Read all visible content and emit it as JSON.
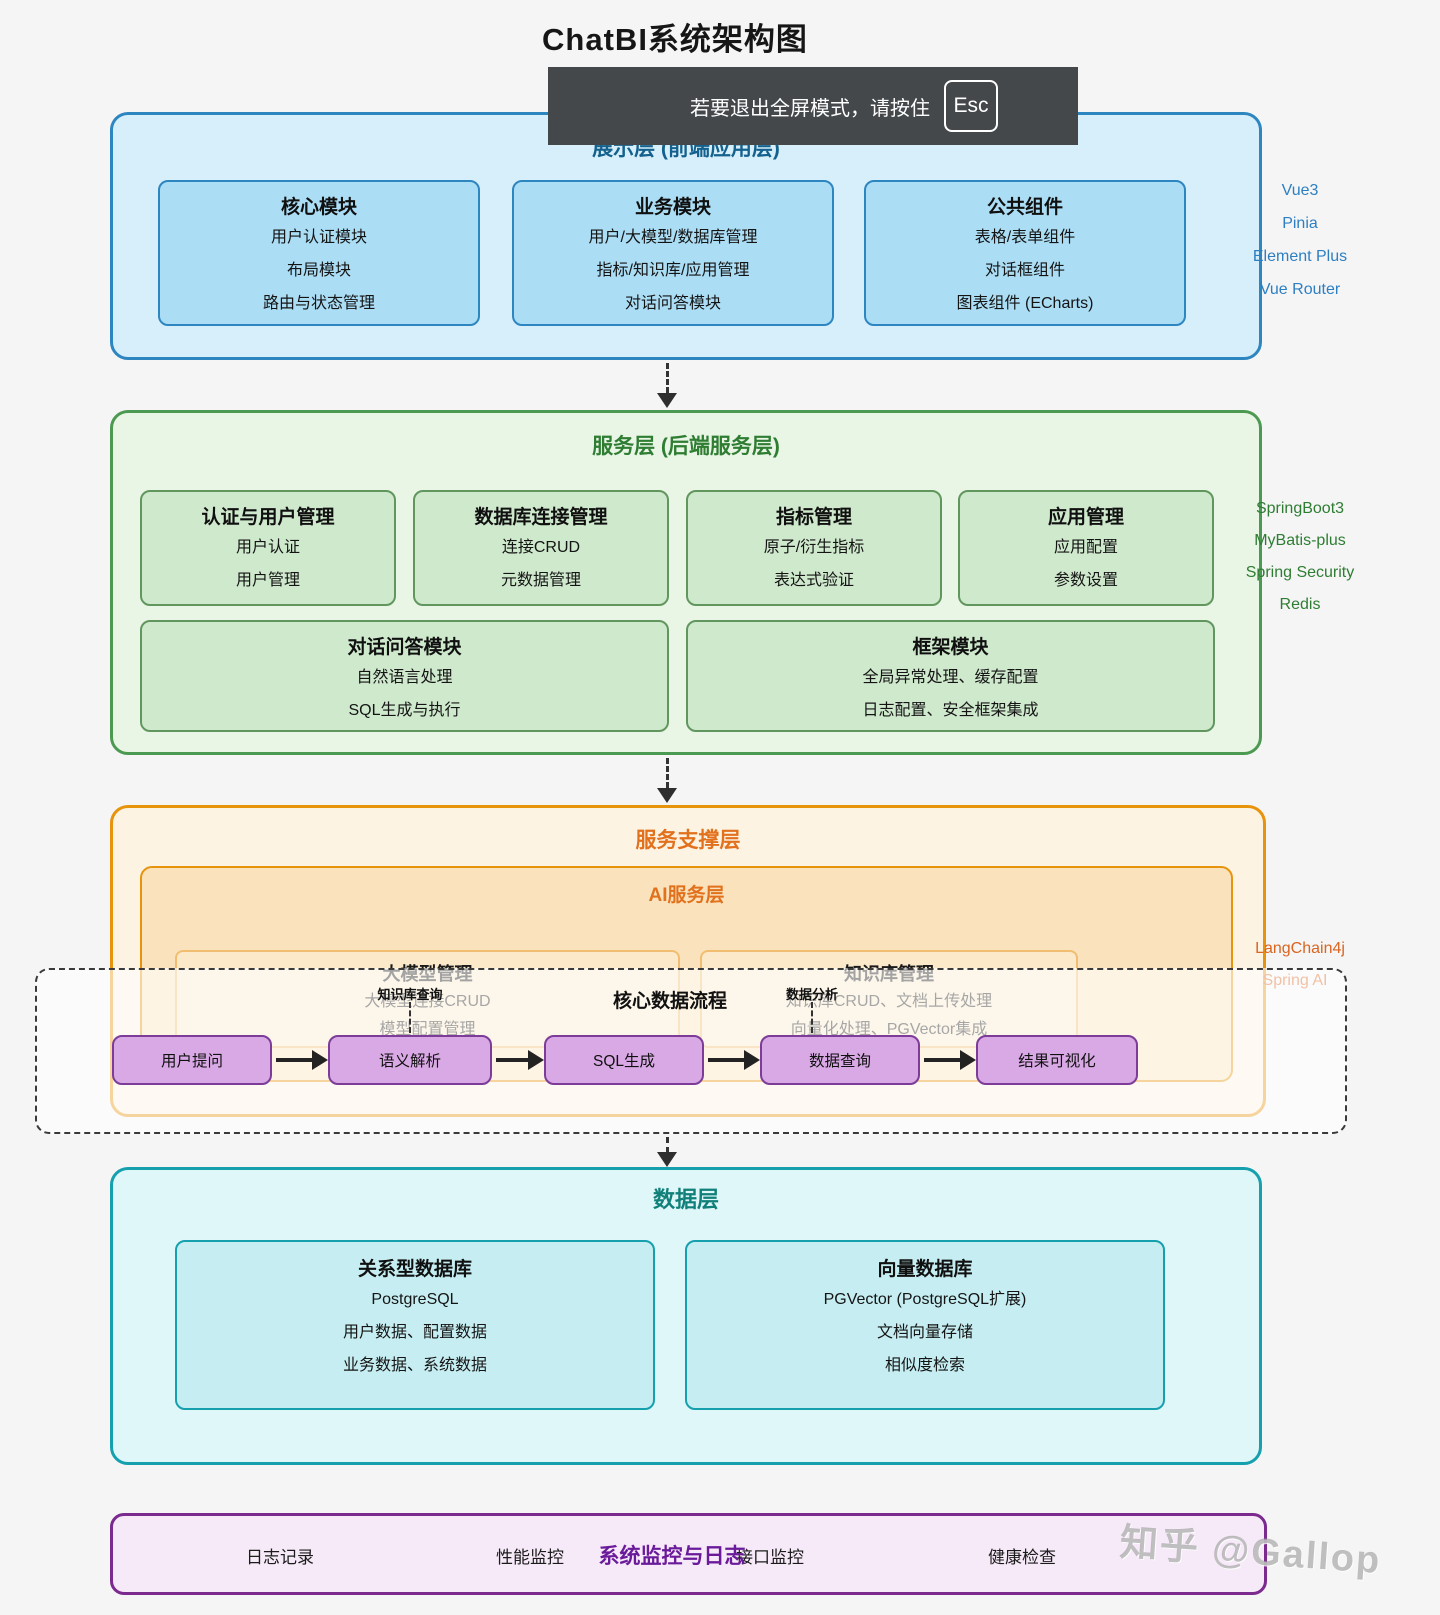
{
  "page": {
    "title": "ChatBI系统架构图",
    "watermark": "知乎 @Gallop"
  },
  "toast": {
    "message": "若要退出全屏模式，请按住",
    "key_label": "Esc"
  },
  "colors": {
    "presentation_accent": "#2E86C1",
    "service_accent": "#4C9A52",
    "support_accent": "#E8930C",
    "data_accent": "#16A0AE",
    "monitor_accent": "#7B2A8E",
    "flow_node_fill": "#D9A9E5",
    "flow_node_border": "#7D3C98"
  },
  "layers": {
    "presentation": {
      "title": "展示层 (前端应用层)",
      "boxes": [
        {
          "title": "核心模块",
          "lines": [
            "用户认证模块",
            "布局模块",
            "路由与状态管理"
          ]
        },
        {
          "title": "业务模块",
          "lines": [
            "用户/大模型/数据库管理",
            "指标/知识库/应用管理",
            "对话问答模块"
          ]
        },
        {
          "title": "公共组件",
          "lines": [
            "表格/表单组件",
            "对话框组件",
            "图表组件 (ECharts)"
          ]
        }
      ],
      "tech": [
        "Vue3",
        "Pinia",
        "Element Plus",
        "Vue Router"
      ]
    },
    "service": {
      "title": "服务层 (后端服务层)",
      "row1": [
        {
          "title": "认证与用户管理",
          "lines": [
            "用户认证",
            "用户管理"
          ]
        },
        {
          "title": "数据库连接管理",
          "lines": [
            "连接CRUD",
            "元数据管理"
          ]
        },
        {
          "title": "指标管理",
          "lines": [
            "原子/衍生指标",
            "表达式验证"
          ]
        },
        {
          "title": "应用管理",
          "lines": [
            "应用配置",
            "参数设置"
          ]
        }
      ],
      "row2": [
        {
          "title": "对话问答模块",
          "lines": [
            "自然语言处理",
            "SQL生成与执行"
          ]
        },
        {
          "title": "框架模块",
          "lines": [
            "全局异常处理、缓存配置",
            "日志配置、安全框架集成"
          ]
        }
      ],
      "tech": [
        "SpringBoot3",
        "MyBatis-plus",
        "Spring Security",
        "Redis"
      ]
    },
    "support": {
      "title": "服务支撑层",
      "ai": {
        "title": "AI服务层",
        "boxes": [
          {
            "title": "大模型管理",
            "lines": [
              "大模型连接CRUD",
              "模型配置管理"
            ]
          },
          {
            "title": "知识库管理",
            "lines": [
              "知识库CRUD、文档上传处理",
              "向量化处理、PGVector集成"
            ]
          }
        ],
        "tech": [
          "LangChain4j",
          "Spring AI"
        ]
      }
    },
    "flow": {
      "title": "核心数据流程",
      "steps": [
        "用户提问",
        "语义解析",
        "SQL生成",
        "数据查询",
        "结果可视化"
      ],
      "callouts": [
        "知识库查询",
        "数据分析"
      ]
    },
    "data": {
      "title": "数据层",
      "boxes": [
        {
          "title": "关系型数据库",
          "lines": [
            "PostgreSQL",
            "用户数据、配置数据",
            "业务数据、系统数据"
          ]
        },
        {
          "title": "向量数据库",
          "lines": [
            "PGVector (PostgreSQL扩展)",
            "文档向量存储",
            "相似度检索"
          ]
        }
      ]
    },
    "monitor": {
      "title": "系统监控与日志",
      "items": [
        "日志记录",
        "性能监控",
        "接口监控",
        "健康检查"
      ]
    }
  }
}
